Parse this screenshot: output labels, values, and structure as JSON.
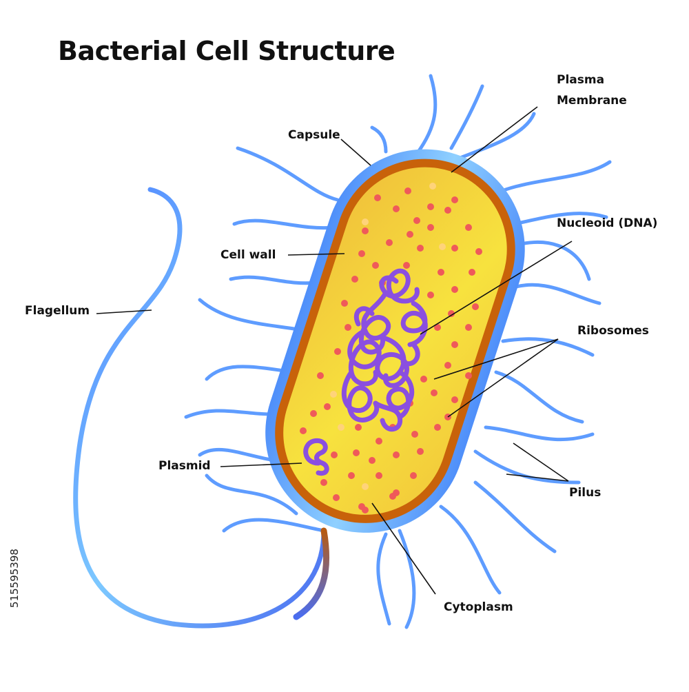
{
  "title": "Bacterial Cell Structure",
  "labels": {
    "capsule": "Capsule",
    "plasma_membrane_line1": "Plasma",
    "plasma_membrane_line2": "Membrane",
    "nucleoid": "Nucleoid (DNA)",
    "cell_wall": "Cell wall",
    "flagellum": "Flagellum",
    "ribosomes": "Ribosomes",
    "plasmid": "Plasmid",
    "pilus": "Pilus",
    "cytoplasm": "Cytoplasm"
  },
  "watermark": "515595398",
  "colors": {
    "capsule": "#5aa0ff",
    "cell_wall": "#c8620a",
    "cytoplasm": "#f4d03a",
    "ribosome": "#ef5a5a",
    "dna": "#8a4fe0",
    "flagellum": "#4a7dff"
  }
}
